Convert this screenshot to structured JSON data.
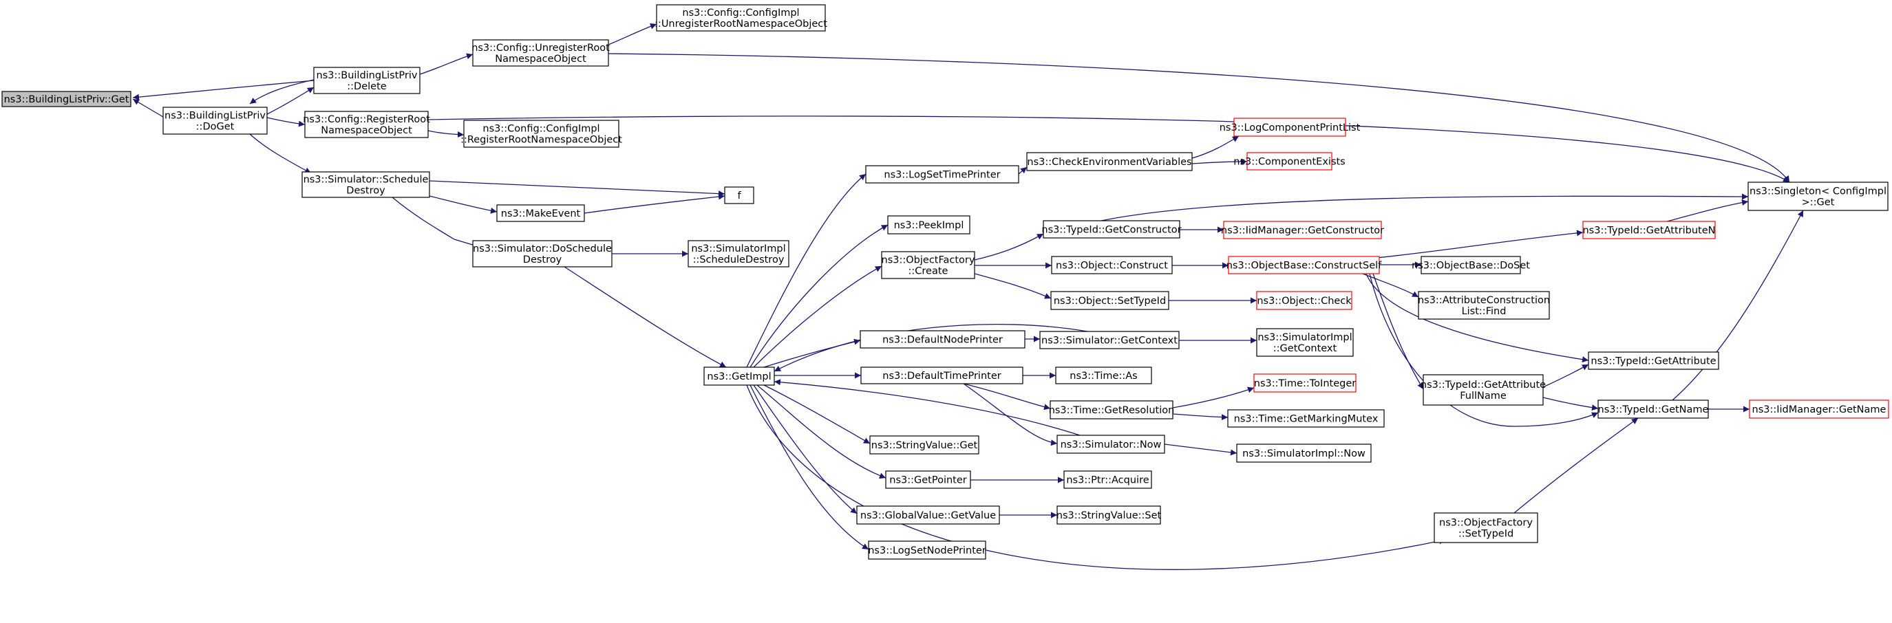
{
  "colors": {
    "edge": "#191970",
    "border_normal": "#000000",
    "border_truncated": "#ff0000",
    "root_fill": "#bfbfbf",
    "node_fill": "#ffffff"
  },
  "nodes": {
    "root": {
      "lines": [
        "ns3::BuildingListPriv::Get"
      ],
      "type": "root"
    },
    "doget": {
      "lines": [
        "ns3::BuildingListPriv",
        "::DoGet"
      ]
    },
    "delete": {
      "lines": [
        "ns3::BuildingListPriv",
        "::Delete"
      ]
    },
    "unregroot": {
      "lines": [
        "ns3::Config::UnregisterRoot",
        "NamespaceObject"
      ]
    },
    "cfgunreg": {
      "lines": [
        "ns3::Config::ConfigImpl",
        "::UnregisterRootNamespaceObject"
      ]
    },
    "regroot": {
      "lines": [
        "ns3::Config::RegisterRoot",
        "NamespaceObject"
      ]
    },
    "cfgreg": {
      "lines": [
        "ns3::Config::ConfigImpl",
        "::RegisterRootNamespaceObject"
      ]
    },
    "schedestroy": {
      "lines": [
        "ns3::Simulator::Schedule",
        "Destroy"
      ]
    },
    "makeevent": {
      "lines": [
        "ns3::MakeEvent"
      ]
    },
    "f": {
      "lines": [
        "f"
      ]
    },
    "doschedestroy": {
      "lines": [
        "ns3::Simulator::DoSchedule",
        "Destroy"
      ]
    },
    "simimplsched": {
      "lines": [
        "ns3::SimulatorImpl",
        "::ScheduleDestroy"
      ]
    },
    "getimpl": {
      "lines": [
        "ns3::GetImpl"
      ]
    },
    "logsettime": {
      "lines": [
        "ns3::LogSetTimePrinter"
      ]
    },
    "checkenv": {
      "lines": [
        "ns3::CheckEnvironmentVariables"
      ]
    },
    "logcompprint": {
      "lines": [
        "ns3::LogComponentPrintList"
      ],
      "type": "truncated"
    },
    "compexists": {
      "lines": [
        "ns3::ComponentExists"
      ],
      "type": "truncated"
    },
    "peekimpl": {
      "lines": [
        "ns3::PeekImpl"
      ]
    },
    "objfactcreate": {
      "lines": [
        "ns3::ObjectFactory",
        "::Create"
      ]
    },
    "typeidgetctor": {
      "lines": [
        "ns3::TypeId::GetConstructor"
      ]
    },
    "iidgetctor": {
      "lines": [
        "ns3::IidManager::GetConstructor"
      ],
      "type": "truncated"
    },
    "objconstruct": {
      "lines": [
        "ns3::Object::Construct"
      ]
    },
    "objbaseconstructself": {
      "lines": [
        "ns3::ObjectBase::ConstructSelf"
      ],
      "type": "truncated"
    },
    "objbasedoset": {
      "lines": [
        "ns3::ObjectBase::DoSet"
      ]
    },
    "attrconstrfind": {
      "lines": [
        "ns3::AttributeConstruction",
        "List::Find"
      ]
    },
    "objsettypeid": {
      "lines": [
        "ns3::Object::SetTypeId"
      ]
    },
    "objcheck": {
      "lines": [
        "ns3::Object::Check"
      ],
      "type": "truncated"
    },
    "singletonget": {
      "lines": [
        "ns3::Singleton< ConfigImpl",
        " >::Get"
      ]
    },
    "typeidgetattrn": {
      "lines": [
        "ns3::TypeId::GetAttributeN"
      ],
      "type": "truncated"
    },
    "defnodeprinter": {
      "lines": [
        "ns3::DefaultNodePrinter"
      ]
    },
    "simgetcontext": {
      "lines": [
        "ns3::Simulator::GetContext"
      ]
    },
    "simimplgetcontext": {
      "lines": [
        "ns3::SimulatorImpl",
        "::GetContext"
      ]
    },
    "deftimeprinter": {
      "lines": [
        "ns3::DefaultTimePrinter"
      ]
    },
    "timeas": {
      "lines": [
        "ns3::Time::As"
      ]
    },
    "timegetres": {
      "lines": [
        "ns3::Time::GetResolution"
      ]
    },
    "timetoint": {
      "lines": [
        "ns3::Time::ToInteger"
      ],
      "type": "truncated"
    },
    "timegetmutex": {
      "lines": [
        "ns3::Time::GetMarkingMutex"
      ]
    },
    "simnow": {
      "lines": [
        "ns3::Simulator::Now"
      ]
    },
    "simimplnow": {
      "lines": [
        "ns3::SimulatorImpl::Now"
      ]
    },
    "stringvalget": {
      "lines": [
        "ns3::StringValue::Get"
      ]
    },
    "getpointer": {
      "lines": [
        "ns3::GetPointer"
      ]
    },
    "ptracquire": {
      "lines": [
        "ns3::Ptr::Acquire"
      ]
    },
    "globalvalget": {
      "lines": [
        "ns3::GlobalValue::GetValue"
      ]
    },
    "stringvalset": {
      "lines": [
        "ns3::StringValue::Set"
      ]
    },
    "logsetnode": {
      "lines": [
        "ns3::LogSetNodePrinter"
      ]
    },
    "typeidgetattr": {
      "lines": [
        "ns3::TypeId::GetAttribute"
      ]
    },
    "typeidgetattrfull": {
      "lines": [
        "ns3::TypeId::GetAttribute",
        "FullName"
      ]
    },
    "typeidgetname": {
      "lines": [
        "ns3::TypeId::GetName"
      ]
    },
    "iidgetname": {
      "lines": [
        "ns3::IidManager::GetName"
      ],
      "type": "truncated"
    },
    "objfactsettypeid": {
      "lines": [
        "ns3::ObjectFactory",
        "::SetTypeId"
      ]
    }
  }
}
